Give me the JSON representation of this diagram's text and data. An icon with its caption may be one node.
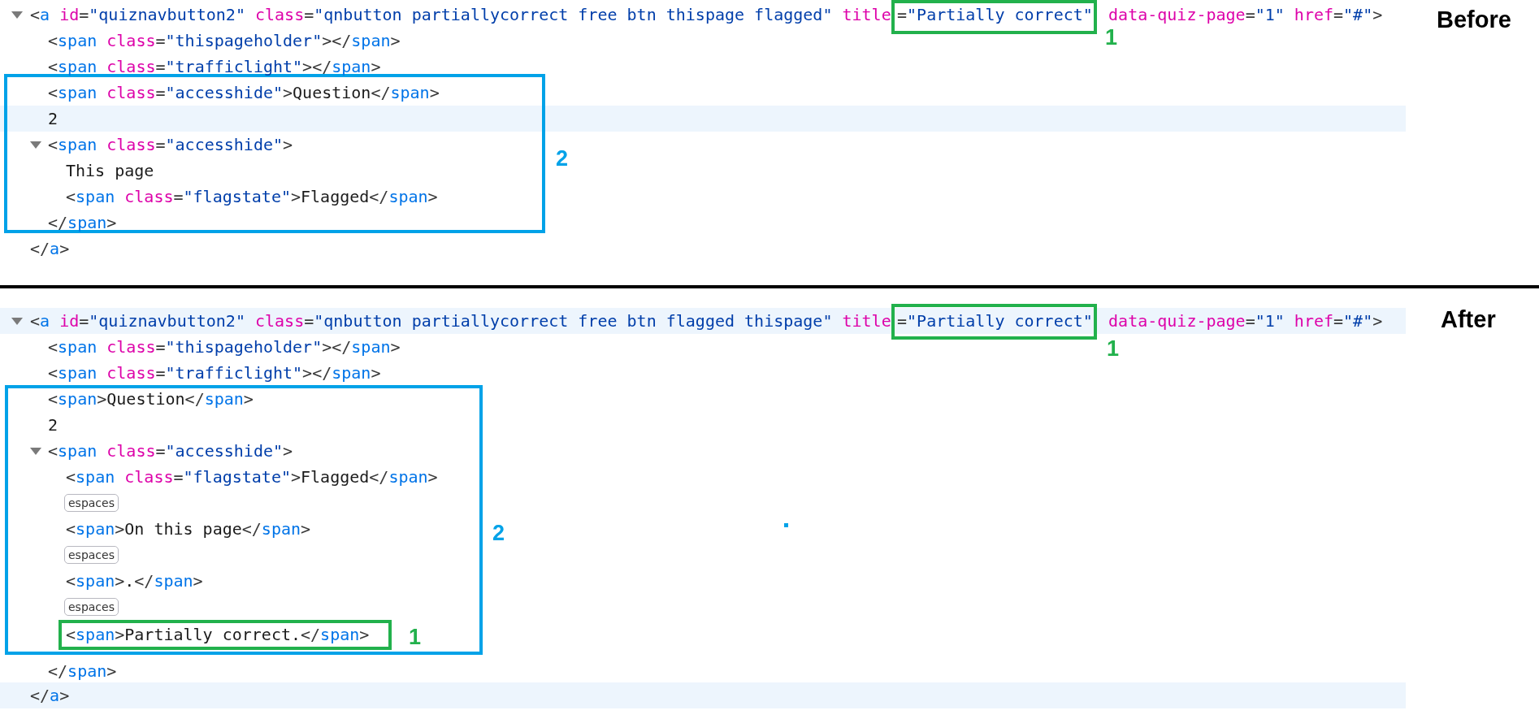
{
  "diagram": {
    "nodes": [
      {
        "text": [
          "=\"Partially correct\""
        ],
        "beside": [
          "1"
        ]
      },
      {
        "text": [
          "<span class=\"accesshide\">Question</span>",
          "2",
          "<span class=\"accesshide\">",
          "This page",
          "<span class=\"flagstate\">Flagged</span>",
          "</span>"
        ],
        "beside": [
          "2"
        ]
      },
      {
        "text": [
          "=\"Partially correct\""
        ],
        "beside": [
          "1"
        ]
      },
      {
        "text": [
          "<span>Question</span>",
          "2",
          "<span class=\"accesshide\">",
          "<span class=\"flagstate\">Flagged</span>",
          "espaces",
          "<span>On this page</span>",
          "espaces",
          "<span>.</span>",
          "espaces"
        ],
        "beside": [
          "2"
        ]
      },
      {
        "text": [
          "<span>Partially correct.</span>"
        ],
        "in": 3,
        "beside": [
          "1"
        ]
      }
    ],
    "labels": [
      "Before",
      "<a id=\"quiznavbutton2\" class=\"qnbutton partiallycorrect free btn thispage flagged\" title",
      " data-quiz-page=\"1\" href=\"#\">",
      "<span class=\"thispageholder\"></span>",
      "<span class=\"trafficlight\"></span>",
      "</a>",
      "After",
      "<a id=\"quiznavbutton2\" class=\"qnbutton partiallycorrect free btn flagged thispage\" title",
      " data-quiz-page=\"1\" href=\"#\">",
      "<span class=\"thispageholder\"></span>",
      "<span class=\"trafficlight\"></span>",
      "</span>",
      "</a>"
    ]
  }
}
